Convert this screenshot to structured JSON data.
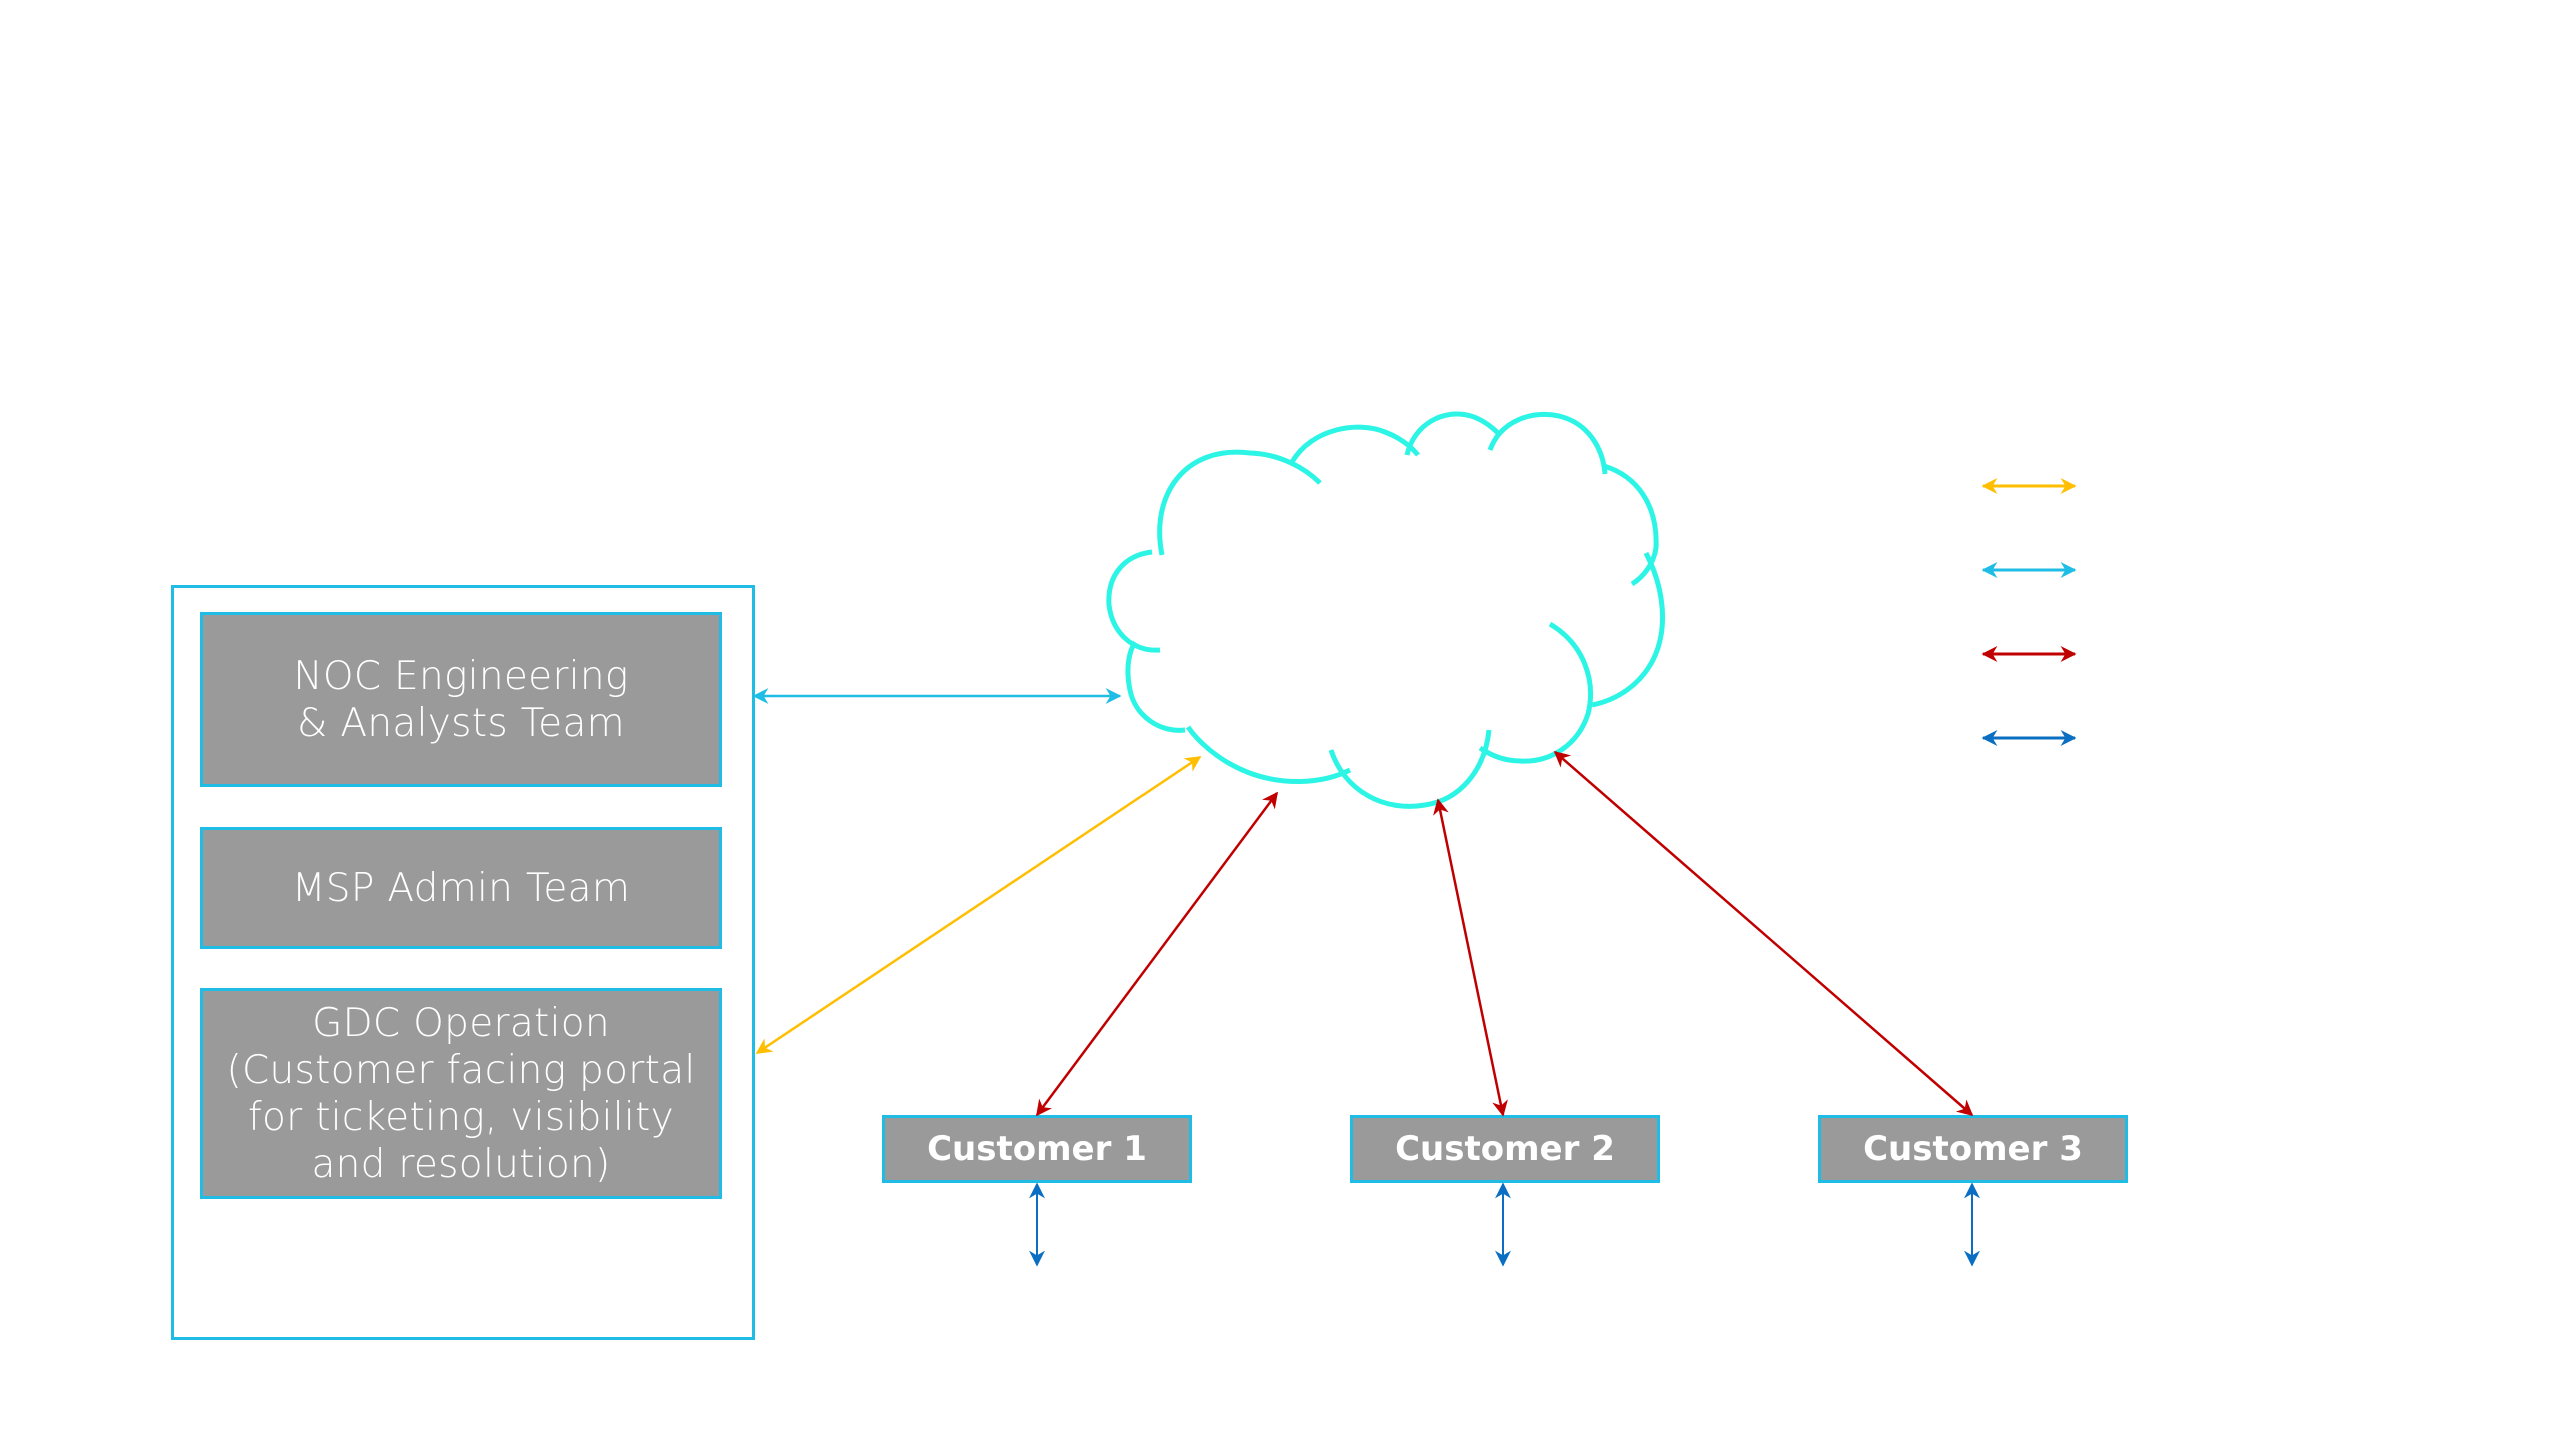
{
  "diagram": {
    "noc_team": {
      "label": "NOC Engineering\n& Analysts Team"
    },
    "msp_team": {
      "label": "MSP Admin Team"
    },
    "gdc_team": {
      "label": "GDC Operation\n(Customer facing portal\nfor ticketing, visibility\nand resolution)"
    },
    "customers": [
      {
        "label": "Customer 1"
      },
      {
        "label": "Customer 2"
      },
      {
        "label": "Customer 3"
      }
    ],
    "cloud": {
      "label": ""
    },
    "legend": [
      {
        "color_name": "yellow",
        "color": "#ffbe00",
        "label": ""
      },
      {
        "color_name": "light-blue",
        "color": "#1fbde6",
        "label": ""
      },
      {
        "color_name": "red",
        "color": "#c00000",
        "label": ""
      },
      {
        "color_name": "blue",
        "color": "#0a6fc2",
        "label": ""
      }
    ]
  },
  "colors": {
    "box_fill": "#9a9a9a",
    "box_border": "#1fbde6",
    "cloud_stroke": "#2cf5e6",
    "link_noc": "#1fbde6",
    "link_gdc": "#ffbe00",
    "link_customer": "#c00000",
    "link_downstream": "#0a6fc2"
  }
}
